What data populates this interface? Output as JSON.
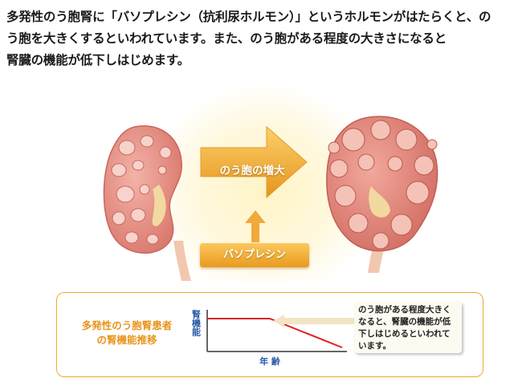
{
  "intro": {
    "lines": [
      "多発性のう胞腎に「バソプレシン（抗利尿ホルモン）」というホルモンがはたらくと、の",
      "う胞を大きくするといわれています。また、のう胞がある程度の大きさになると",
      "腎臓の機能が低下しはじめます。"
    ]
  },
  "illustration": {
    "arrow_label": "のう胞の増大",
    "hormone_label": "バソプレシン"
  },
  "panel": {
    "title_lines": [
      "多発性のう胞腎患者",
      "の腎機能推移"
    ],
    "chart_ylabel": "腎機能",
    "chart_xlabel": "年 齢",
    "note_lines": [
      "のう胞がある程度大きく",
      "なると、腎臓の機能が低",
      "下しはじめるといわれて",
      "います。"
    ]
  },
  "colors": {
    "accent_orange": "#efa92e",
    "title_orange": "#e8941c",
    "graph_red": "#e02020",
    "kidney_pink": "#e8867e",
    "axis_label_blue": "#2a5aa8"
  }
}
